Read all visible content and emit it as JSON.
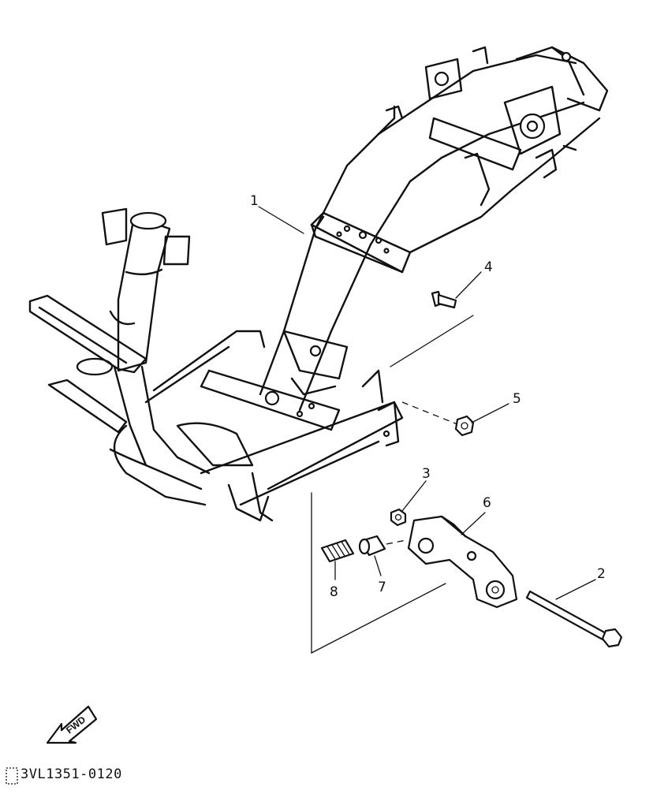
{
  "diagram": {
    "callouts": [
      {
        "id": "1",
        "part": "frame"
      },
      {
        "id": "2",
        "part": "long bolt"
      },
      {
        "id": "3",
        "part": "nut"
      },
      {
        "id": "4",
        "part": "bolt"
      },
      {
        "id": "5",
        "part": "nut"
      },
      {
        "id": "6",
        "part": "engine bracket"
      },
      {
        "id": "7",
        "part": "collar"
      },
      {
        "id": "8",
        "part": "bushing"
      }
    ],
    "direction_arrow": "FWD",
    "drawing_code": "3VL1351-0120"
  }
}
